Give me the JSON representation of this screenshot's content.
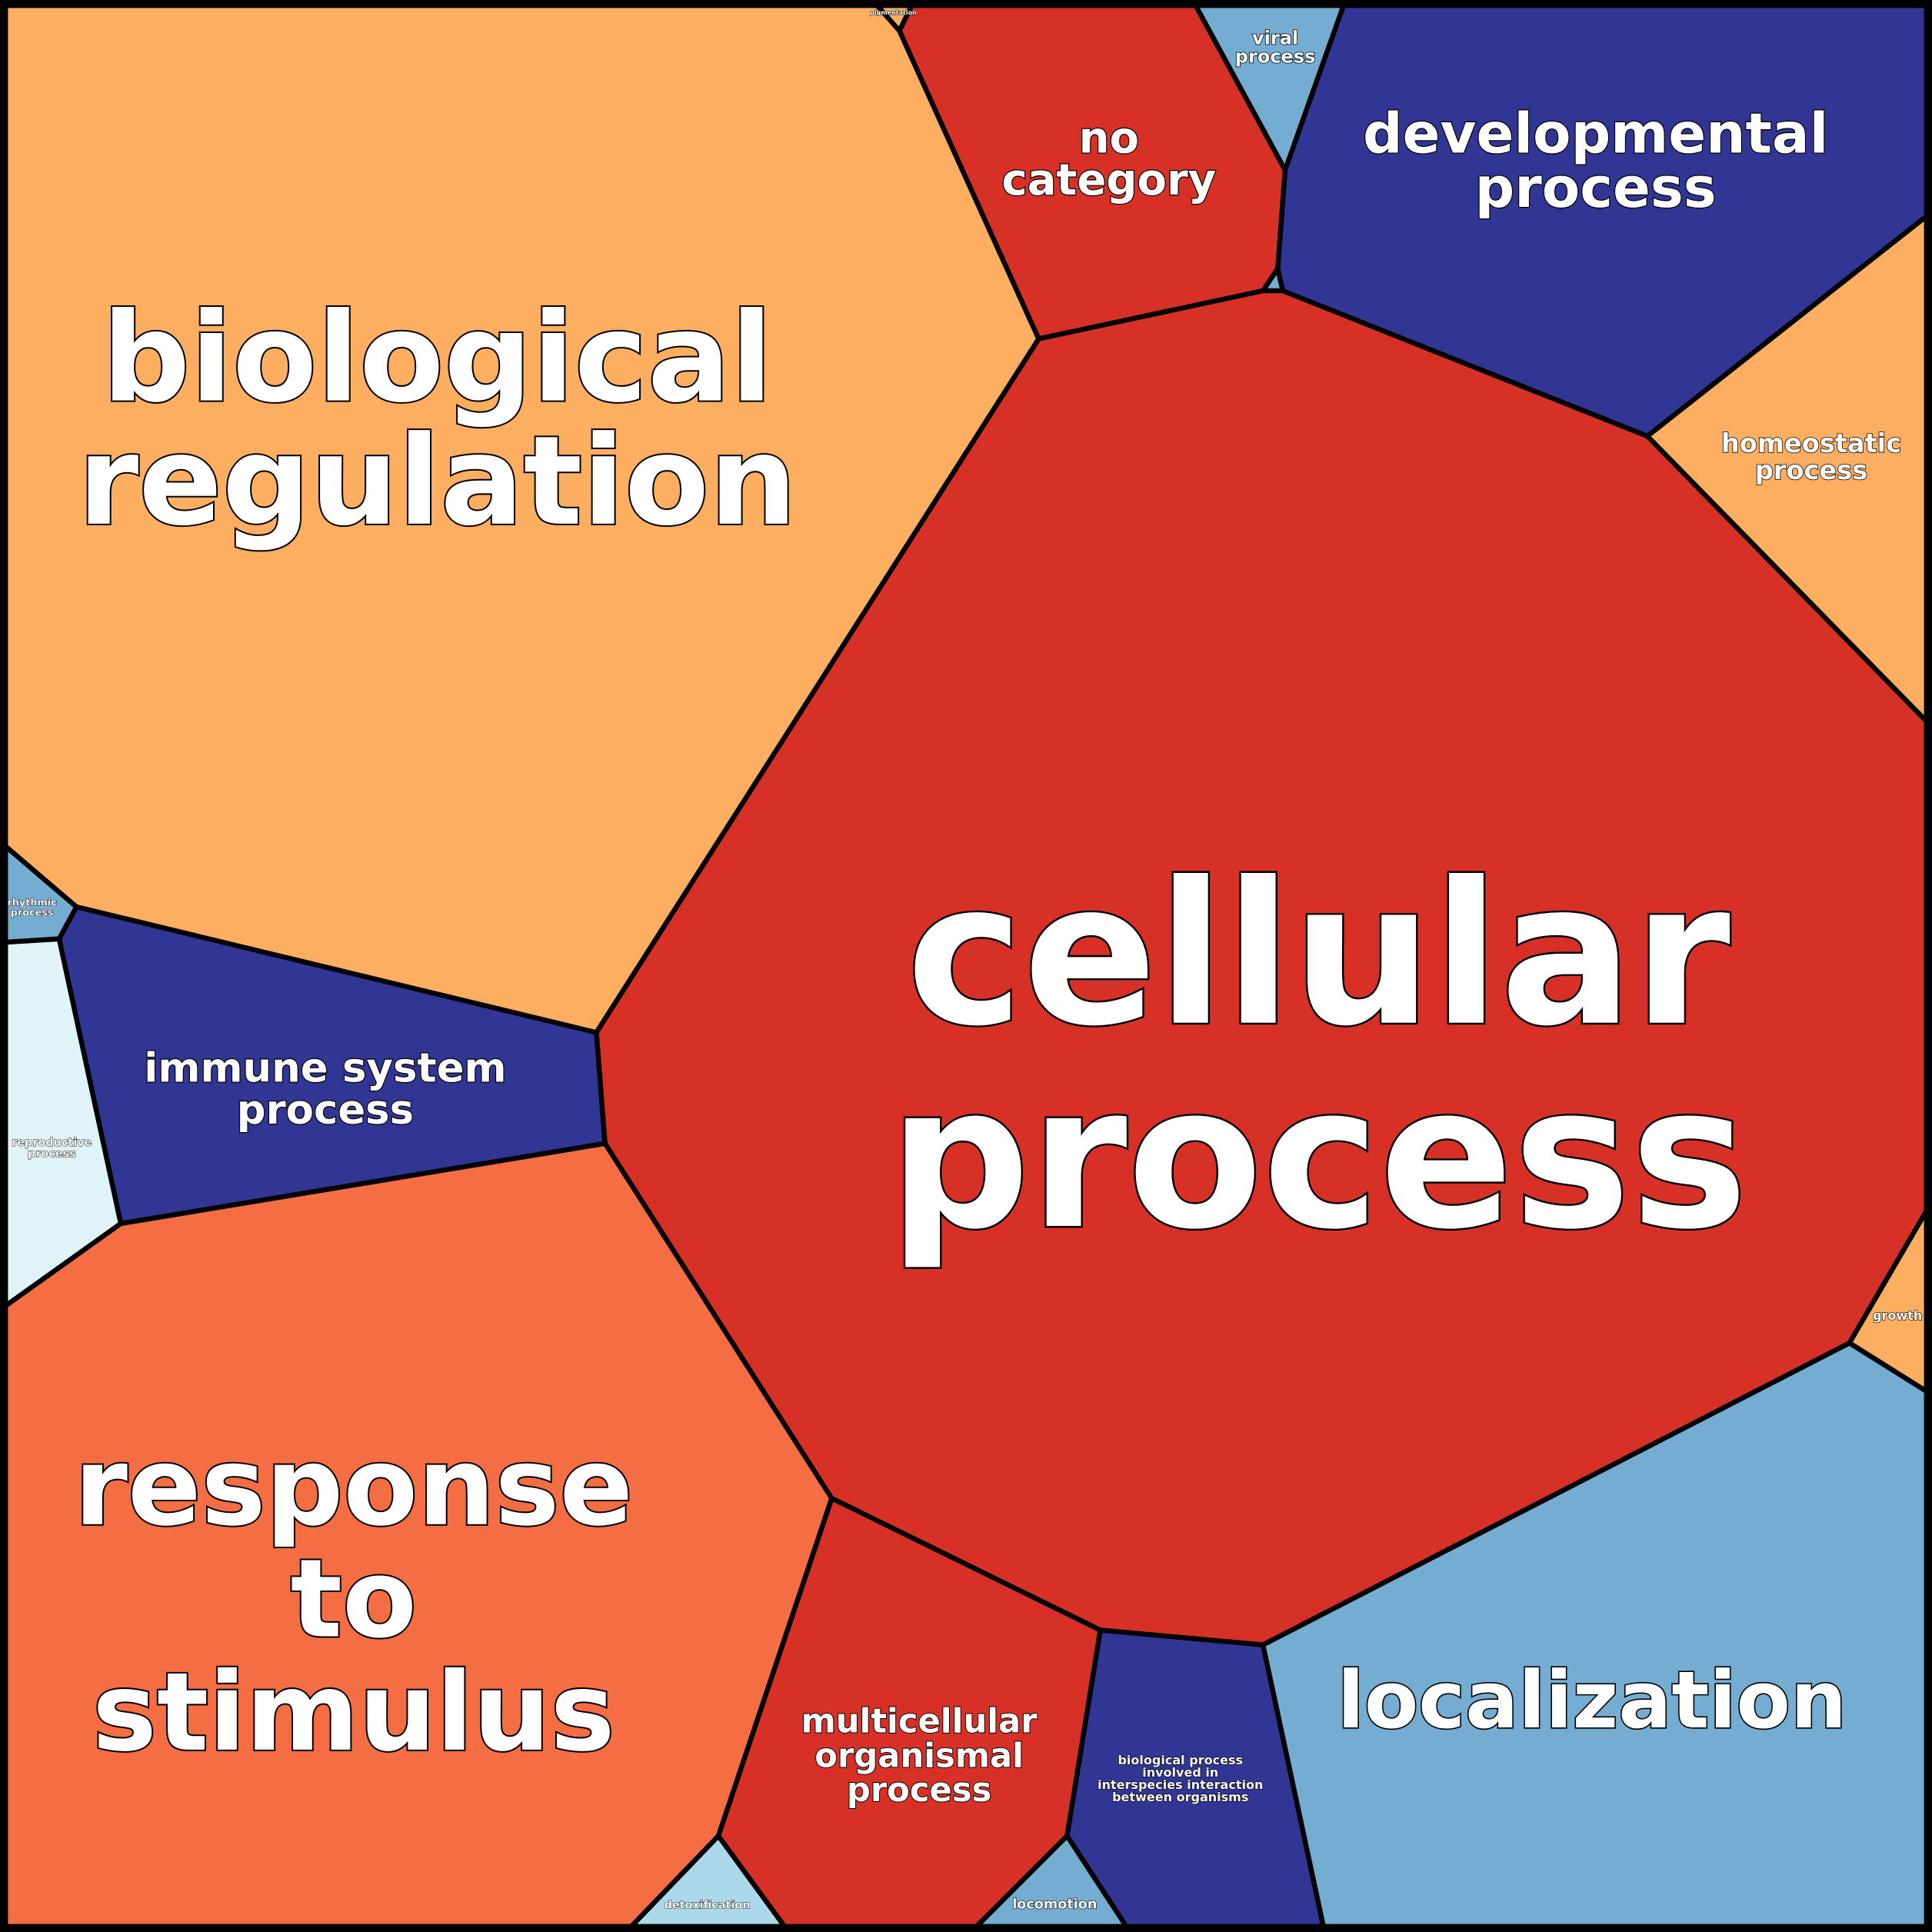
{
  "colors": {
    "dark_red": "#d73027",
    "orange": "#f46d43",
    "light_orange": "#fdae61",
    "pale_blue": "#e0f3f8",
    "light_blue": "#abd9e9",
    "blue": "#74add1",
    "navy": "#313695",
    "border": "#000000",
    "label": "#ffffff"
  },
  "cells": {
    "cellular_process": {
      "lines": [
        "cellular",
        "process"
      ],
      "color": "#d73027"
    },
    "biological_regulation": {
      "lines": [
        "biological",
        "regulation"
      ],
      "color": "#fdae61"
    },
    "response_to_stimulus": {
      "lines": [
        "response",
        "to",
        "stimulus"
      ],
      "color": "#f46d43"
    },
    "localization": {
      "lines": [
        "localization"
      ],
      "color": "#74add1"
    },
    "developmental_process": {
      "lines": [
        "developmental",
        "process"
      ],
      "color": "#313695"
    },
    "no_category": {
      "lines": [
        "no",
        "category"
      ],
      "color": "#d73027"
    },
    "immune_system_process": {
      "lines": [
        "immune system",
        "process"
      ],
      "color": "#313695"
    },
    "multicellular_organismal_process": {
      "lines": [
        "multicellular",
        "organismal",
        "process"
      ],
      "color": "#d73027"
    },
    "homeostatic_process": {
      "lines": [
        "homeostatic",
        "process"
      ],
      "color": "#fdae61"
    },
    "viral_process": {
      "lines": [
        "viral",
        "process"
      ],
      "color": "#74add1"
    },
    "interspecies_interaction": {
      "lines": [
        "biological process",
        "involved in",
        "interspecies interaction",
        "between organisms"
      ],
      "color": "#313695"
    },
    "locomotion": {
      "lines": [
        "locomotion"
      ],
      "color": "#74add1"
    },
    "detoxification": {
      "lines": [
        "detoxification"
      ],
      "color": "#abd9e9"
    },
    "growth": {
      "lines": [
        "growth"
      ],
      "color": "#fdae61"
    },
    "rhythmic_process": {
      "lines": [
        "rhythmic",
        "process"
      ],
      "color": "#74add1"
    },
    "reproductive_process": {
      "lines": [
        "reproductive",
        "process"
      ],
      "color": "#e0f3f8"
    },
    "pigmentation": {
      "lines": [
        "pigmentation"
      ],
      "color": "#fdae61"
    },
    "unlabeled_small": {
      "lines": [],
      "color": "#74add1"
    }
  }
}
